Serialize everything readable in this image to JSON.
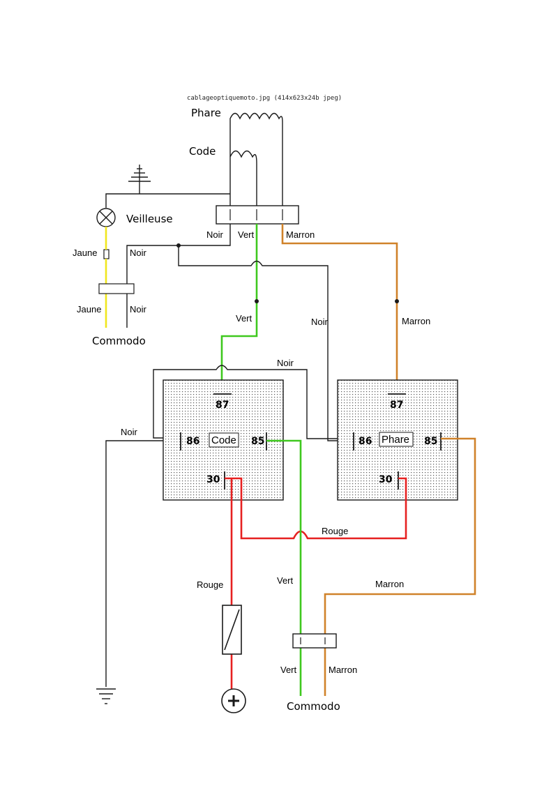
{
  "header": "cablageoptiquemoto.jpg (414x623x24b jpeg)",
  "colors": {
    "black": "#1a1a1a",
    "green": "#3fc81e",
    "brown": "#d0822a",
    "red": "#e62020",
    "yellow": "#f0e61e"
  },
  "lamps": {
    "phare": "Phare",
    "code": "Code",
    "veilleuse": "Veilleuse"
  },
  "wires": {
    "noir": "Noir",
    "vert": "Vert",
    "marron": "Marron",
    "jaune": "Jaune",
    "rouge": "Rouge"
  },
  "connectors": {
    "commodo_top": "Commodo",
    "commodo_bottom": "Commodo"
  },
  "relays": {
    "code": {
      "name": "Code",
      "pin87": "87",
      "pin86": "86",
      "pin85": "85",
      "pin30": "30"
    },
    "phare": {
      "name": "Phare",
      "pin87": "87",
      "pin86": "86",
      "pin85": "85",
      "pin30": "30"
    }
  },
  "symbols": {
    "ground_icon": "ground-icon",
    "fuse_icon": "fuse-icon",
    "battery_plus_icon": "battery-plus-icon",
    "lamp_icon": "lamp-icon"
  }
}
